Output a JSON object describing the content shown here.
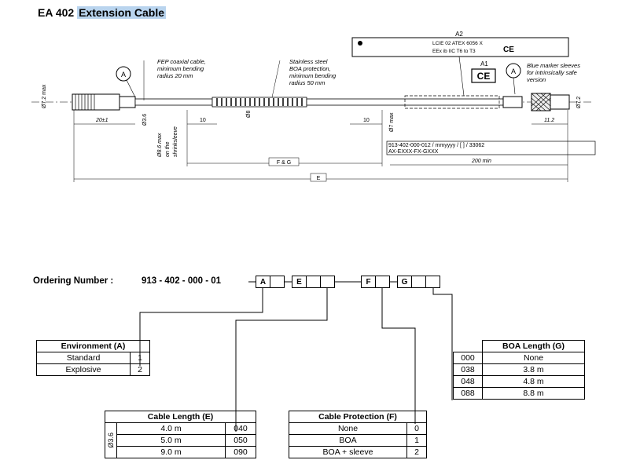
{
  "title": {
    "prefix": "EA 402",
    "highlight": "Extension Cable"
  },
  "drawing": {
    "label_A": "A",
    "label_A1": "A1",
    "label_A2": "A2",
    "label_ce": "CE",
    "note_fep": "FEP coaxial cable,\nminimum bending\nradius 20 mm",
    "note_boa": "Stainless steel\nBOA protection,\nminimum bending\nradius 50 mm",
    "note_marker": "Blue marker sleeves\nfor intrinsically safe\nversion",
    "dim_7_2_left": "Ø7.2 max",
    "dim_20": "20±1",
    "dim_3_6": "Ø3.6",
    "dim_10a": "10",
    "dim_10b": "10",
    "dim_boa": "Ø8",
    "dim_shrink": "Ø8.6 max\non the\nshrinksleeve",
    "dim_f_g": "F & G",
    "dim_e": "E",
    "dim_7_max": "Ø7 max",
    "dim_200": "200 min",
    "dim_11_2": "11.2",
    "dim_7_2_right": "Ø7.2",
    "label_line1": "913-402-000-012 / mmyyyy / [          ] / 33062",
    "label_line2": "AX-EXXX-FX-GXXX",
    "a2_tag_line1": "LCIE 02 ATEX 6056 X",
    "a2_tag_line2": "EEx ib IIC T6 to T3"
  },
  "ordering": {
    "label": "Ordering Number :",
    "number": "913 - 402 - 000 - 01",
    "boxes": [
      "A",
      "",
      "E",
      "",
      "",
      "F",
      "",
      "G",
      "",
      ""
    ]
  },
  "environment": {
    "header": "Environment (A)",
    "rows": [
      {
        "name": "Standard",
        "code": "1"
      },
      {
        "name": "Explosive",
        "code": "2"
      }
    ]
  },
  "cable_length": {
    "header": "Cable Length (E)",
    "side_label": "Ø3.6",
    "rows": [
      {
        "length": "4.0 m",
        "code": "040"
      },
      {
        "length": "5.0 m",
        "code": "050"
      },
      {
        "length": "9.0 m",
        "code": "090"
      }
    ]
  },
  "cable_protection": {
    "header": "Cable Protection (F)",
    "rows": [
      {
        "name": "None",
        "code": "0"
      },
      {
        "name": "BOA",
        "code": "1"
      },
      {
        "name": "BOA + sleeve",
        "code": "2"
      }
    ]
  },
  "boa_length": {
    "header": "BOA Length (G)",
    "rows": [
      {
        "code": "000",
        "length": "None"
      },
      {
        "code": "038",
        "length": "3.8 m"
      },
      {
        "code": "048",
        "length": "4.8 m"
      },
      {
        "code": "088",
        "length": "8.8 m"
      }
    ]
  }
}
